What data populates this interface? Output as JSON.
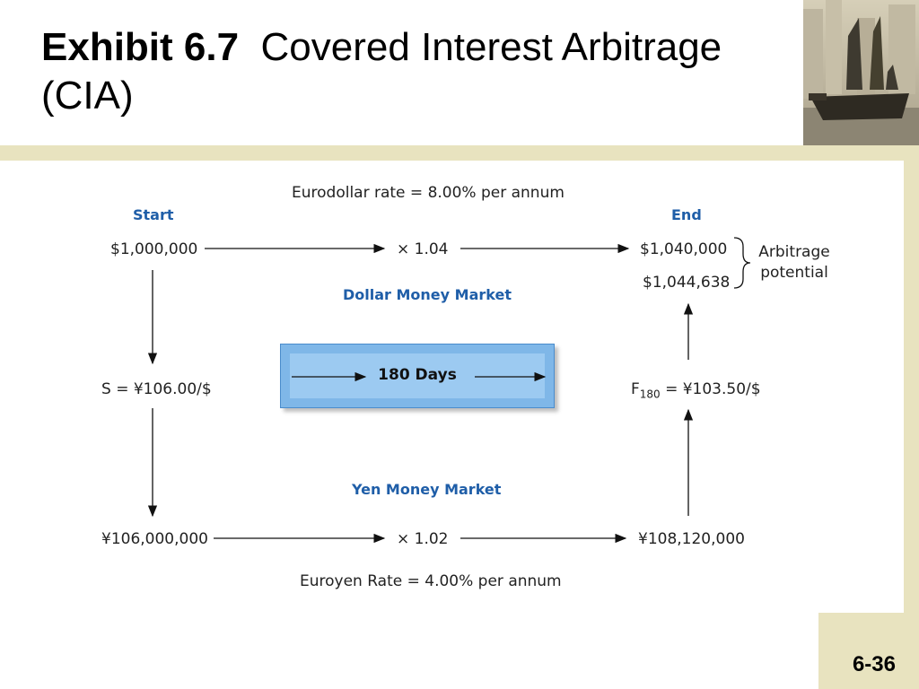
{
  "title": {
    "bold": "Exhibit 6.7",
    "rest": "Covered Interest Arbitrage (CIA)"
  },
  "page_number": "6-36",
  "diagram": {
    "eurodollar_rate": "Eurodollar rate = 8.00% per annum",
    "start_label": "Start",
    "end_label": "End",
    "start_amount": "$1,000,000",
    "dollar_multiplier": "× 1.04",
    "dollar_end_amount": "$1,040,000",
    "cia_end_amount": "$1,044,638",
    "arbitrage_label": "Arbitrage potential",
    "dollar_market": "Dollar Money Market",
    "spot_rate": "S = ¥106.00/$",
    "days_label": "180 Days",
    "forward_prefix": "F",
    "forward_sub": "180",
    "forward_rate_suffix": " = ¥103.50/$",
    "yen_market": "Yen Money Market",
    "yen_start": "¥106,000,000",
    "yen_multiplier": "× 1.02",
    "yen_end": "¥108,120,000",
    "euroyen_rate": "Euroyen Rate = 4.00% per annum"
  },
  "colors": {
    "band": "#e8e3bf",
    "accent_blue": "#1f5ea8",
    "days_box": "#9ccaf1"
  }
}
